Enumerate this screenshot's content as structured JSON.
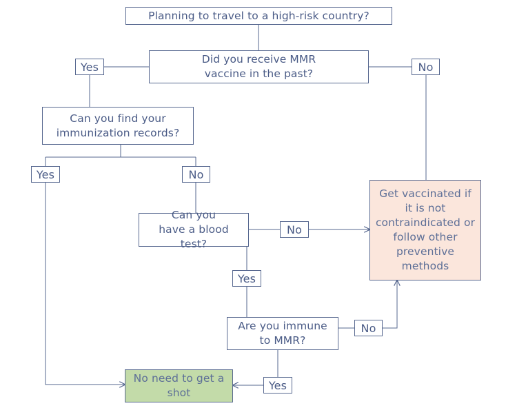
{
  "nodes": {
    "start": "Planning to travel to a high-risk country?",
    "mmr_past": "Did you receive MMR vaccine in the past?",
    "records": "Can you find your immunization records?",
    "blood_test": "Can you have a blood test?",
    "immune": "Are you immune to MMR?",
    "vaccinate": "Get vaccinated if it is not contraindicated or follow other preventive methods",
    "no_shot": "No need to get a shot"
  },
  "labels": {
    "mmr_yes": "Yes",
    "mmr_no": "No",
    "records_yes": "Yes",
    "records_no": "No",
    "blood_no": "No",
    "blood_yes": "Yes",
    "immune_no": "No",
    "immune_yes": "Yes"
  },
  "colors": {
    "line": "#56678f",
    "text": "#4a5b86",
    "vaccinate_fill": "#fbe6dc",
    "no_shot_fill": "#c3dba9"
  }
}
